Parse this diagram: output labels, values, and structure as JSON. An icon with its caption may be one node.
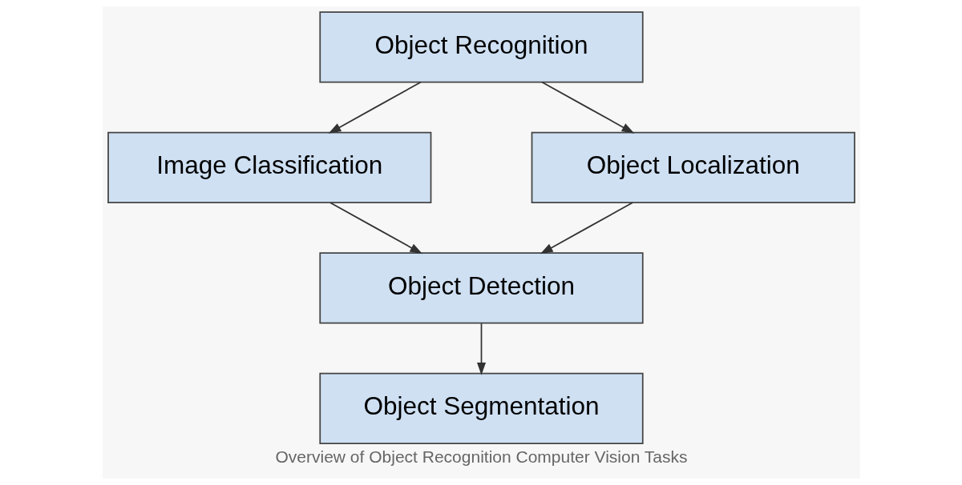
{
  "diagram": {
    "caption": "Overview of Object Recognition Computer Vision Tasks",
    "nodes": [
      {
        "text": [
          "Object Recognition"
        ]
      },
      {
        "text": [
          "Image Classification"
        ]
      },
      {
        "text": [
          "Object Localization"
        ]
      },
      {
        "text": [
          "Object Detection"
        ]
      },
      {
        "text": [
          "Object Segmentation"
        ]
      }
    ],
    "edges": [
      {
        "from": 0,
        "to": 1,
        "arrow": "to"
      },
      {
        "from": 0,
        "to": 2,
        "arrow": "to"
      },
      {
        "from": 1,
        "to": 3,
        "arrow": "to"
      },
      {
        "from": 2,
        "to": 3,
        "arrow": "to"
      },
      {
        "from": 3,
        "to": 4,
        "arrow": "to"
      }
    ]
  }
}
